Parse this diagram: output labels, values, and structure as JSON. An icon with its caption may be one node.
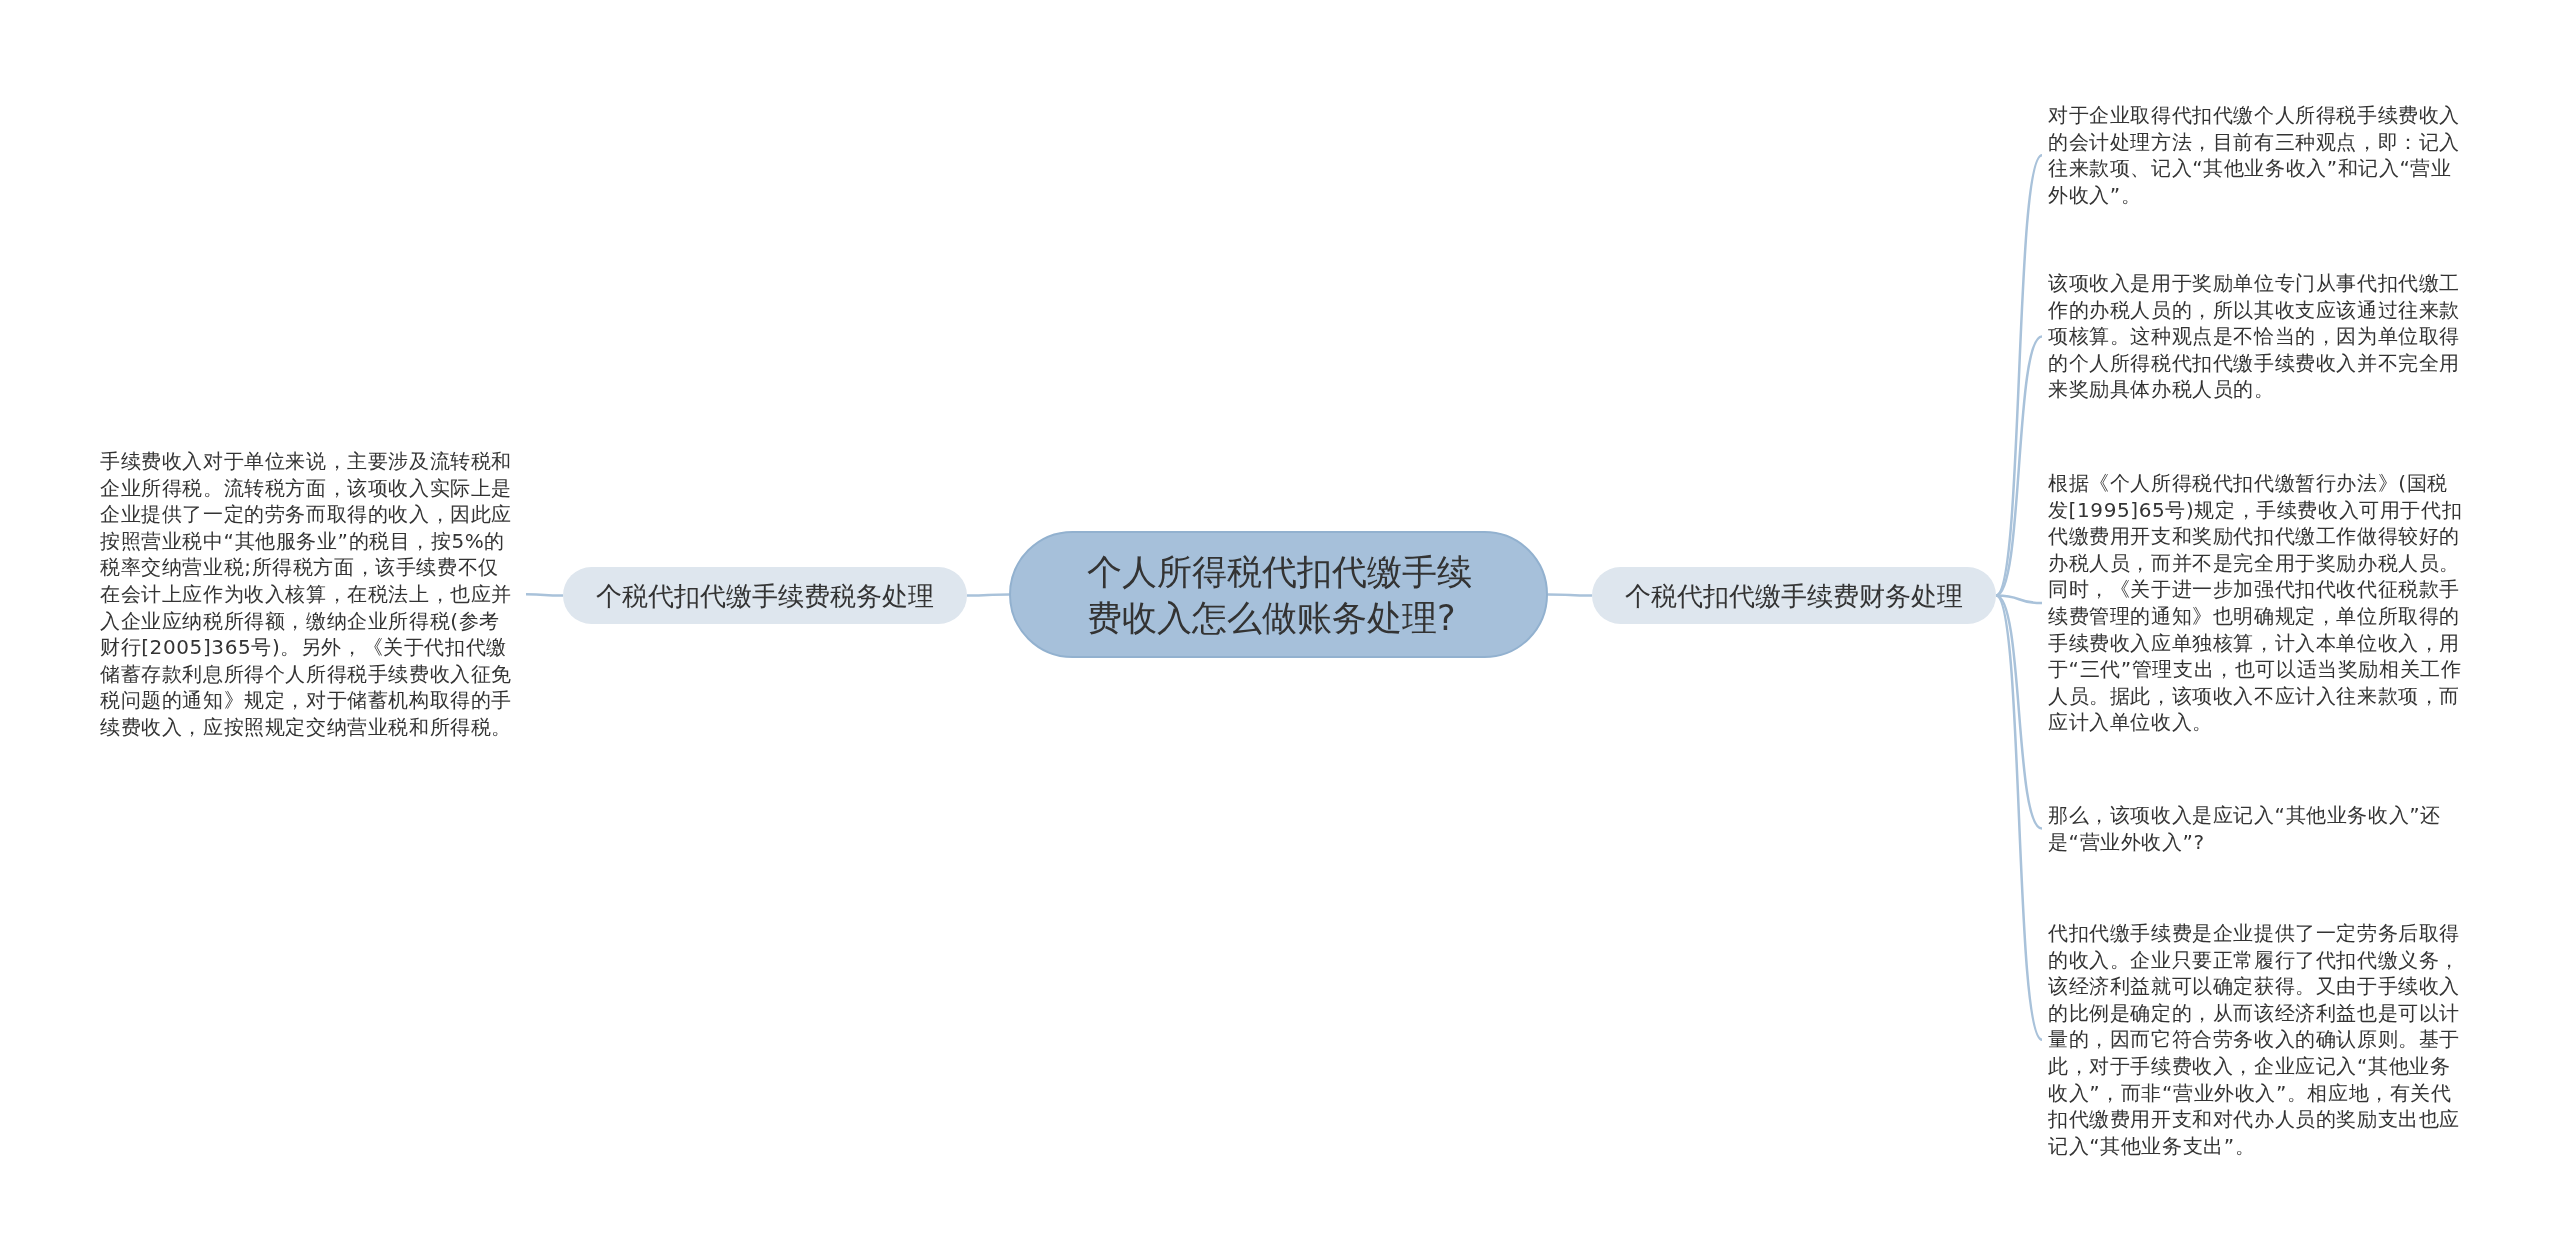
{
  "diagram": {
    "nodes": [
      {
        "text": [
          "个人所得税代扣代缴手续费收入怎么做账务处理?"
        ]
      },
      {
        "text": [
          "个税代扣代缴手续费税务处理"
        ]
      },
      {
        "text": [
          "手续费收入对于单位来说，主要涉及流转税和企业所得税。流转税方面，该项收入实际上是企业提供了一定的劳务而取得的收入，因此应按照营业税中“其他服务业”的税目，按5%的税率交纳营业税;所得税方面，该手续费不仅在会计上应作为收入核算，在税法上，也应并入企业应纳税所得额，缴纳企业所得税(参考财行[2005]365号)。另外，《关于代扣代缴储蓄存款利息所得个人所得税手续费收入征免税问题的通知》规定，对于储蓄机构取得的手续费收入，应按照规定交纳营业税和所得税。"
        ]
      },
      {
        "text": [
          "个税代扣代缴手续费财务处理"
        ]
      },
      {
        "text": [
          "对于企业取得代扣代缴个人所得税手续费收入的会计处理方法，目前有三种观点，即：记入往来款项、记入“其他业务收入”和记入“营业外收入”。"
        ]
      },
      {
        "text": [
          "该项收入是用于奖励单位专门从事代扣代缴工作的办税人员的，所以其收支应该通过往来款项核算。这种观点是不恰当的，因为单位取得的个人所得税代扣代缴手续费收入并不完全用来奖励具体办税人员的。"
        ]
      },
      {
        "text": [
          "根据《个人所得税代扣代缴暂行办法》(国税发[1995]65号)规定，手续费收入可用于代扣代缴费用开支和奖励代扣代缴工作做得较好的办税人员，而并不是完全用于奖励办税人员。同时，《关于进一步加强代扣代收代征税款手续费管理的通知》也明确规定，单位所取得的手续费收入应单独核算，计入本单位收入，用于“三代”管理支出，也可以适当奖励相关工作人员。据此，该项收入不应计入往来款项，而应计入单位收入。"
        ]
      },
      {
        "text": [
          "那么，该项收入是应记入“其他业务收入”还是“营业外收入”?"
        ]
      },
      {
        "text": [
          "代扣代缴手续费是企业提供了一定劳务后取得的收入。企业只要正常履行了代扣代缴义务，该经济利益就可以确定获得。又由于手续收入的比例是确定的，从而该经济利益也是可以计量的，因而它符合劳务收入的确认原则。基于此，对于手续费收入，企业应记入“其他业务收入”，而非“营业外收入”。相应地，有关代扣代缴费用开支和对代办人员的奖励支出也应记入“其他业务支出”。"
        ]
      }
    ],
    "edges": [
      {
        "from": 0,
        "to": 1,
        "arrow": "none"
      },
      {
        "from": 1,
        "to": 2,
        "arrow": "none"
      },
      {
        "from": 0,
        "to": 3,
        "arrow": "none"
      },
      {
        "from": 3,
        "to": 4,
        "arrow": "none"
      },
      {
        "from": 3,
        "to": 5,
        "arrow": "none"
      },
      {
        "from": 3,
        "to": 6,
        "arrow": "none"
      },
      {
        "from": 3,
        "to": 7,
        "arrow": "none"
      },
      {
        "from": 3,
        "to": 8,
        "arrow": "none"
      }
    ]
  }
}
